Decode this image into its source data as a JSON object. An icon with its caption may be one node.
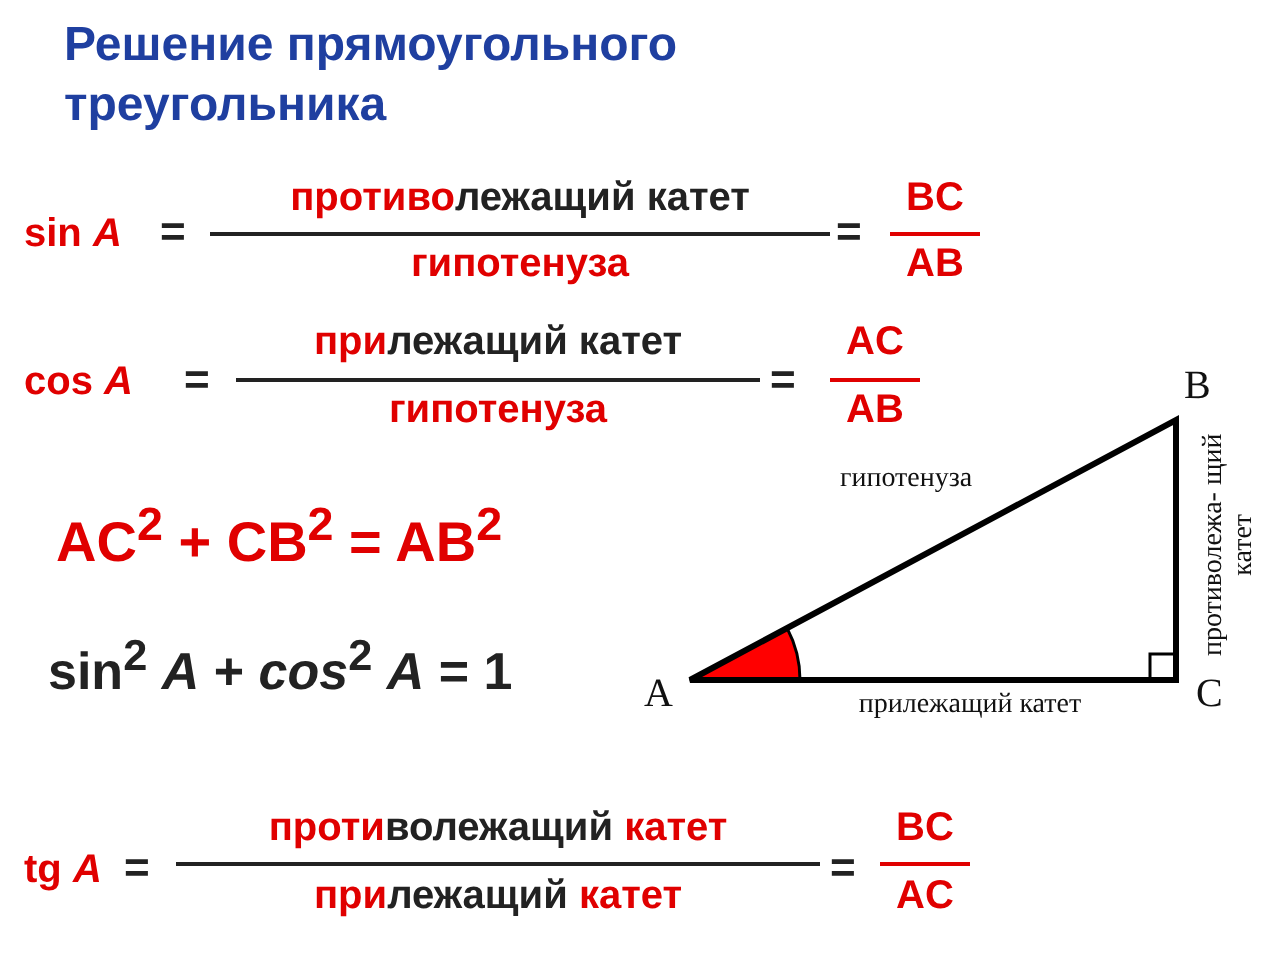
{
  "diagram": {
    "title": "Решение прямоугольного треугольника",
    "labels": [
      "sin *A*",
      "=",
      "**противо**лежащий катет",
      "гипотенуза",
      "=",
      "BC",
      "AB",
      "cos *A*",
      "=",
      "**при**лежащий катет",
      "гипотенуза",
      "=",
      "AC",
      "AB",
      "B",
      "гипотенуза",
      "противолежа- щий катет",
      "AC$^{2}$ + CB$^{2}$ = AB$^{2}$",
      "sin$^{2}$ *A* + *cos*$^{2}$ *A* = 1",
      "A",
      "C",
      "прилежащий катет",
      "tg *A*",
      "=",
      "**проти**волежащий **катет**",
      "**при**лежащий **катет**",
      "=",
      "BC",
      "AC"
    ]
  }
}
